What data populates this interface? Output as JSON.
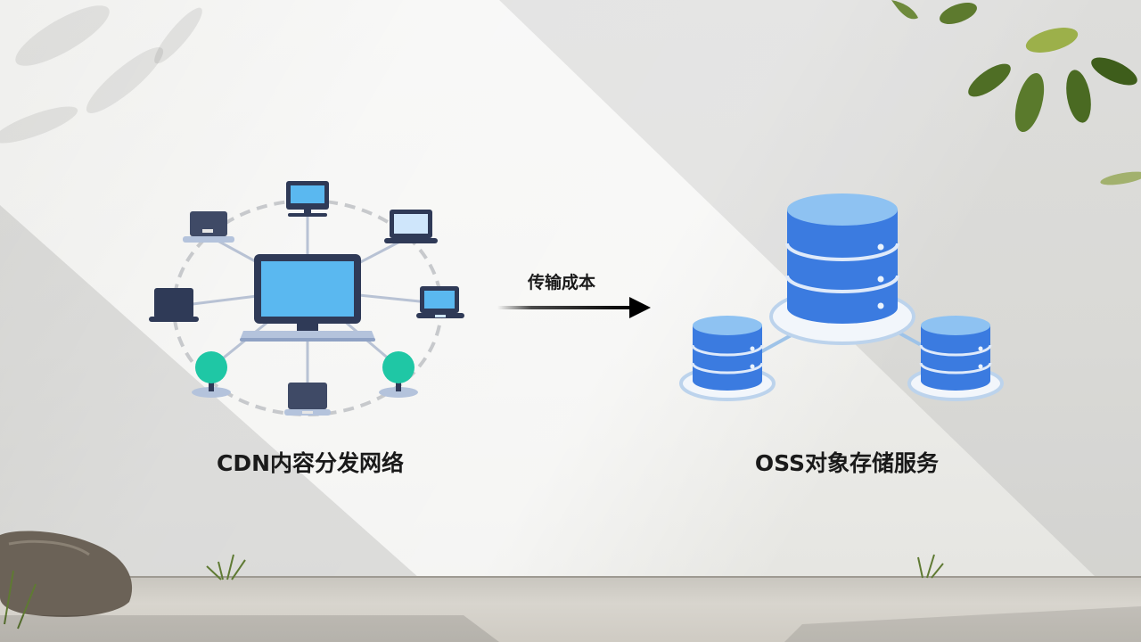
{
  "diagram": {
    "left_node_label": "CDN内容分发网络",
    "right_node_label": "OSS对象存储服务",
    "arrow_label": "传输成本"
  },
  "icons": {
    "left": "cdn-network-icon",
    "right": "database-cluster-icon",
    "arrow": "arrow-right-icon"
  },
  "colors": {
    "screen_blue": "#5ab8f0",
    "device_dark": "#2f3a57",
    "db_blue": "#3b7be0",
    "db_top": "#8ec2f2",
    "node_teal": "#1fc7a5",
    "arrow": "#000000"
  }
}
